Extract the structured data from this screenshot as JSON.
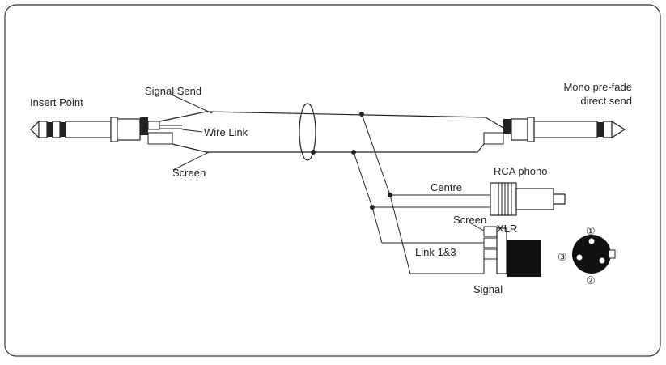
{
  "labels": {
    "insert_point": "Insert Point",
    "signal_send": "Signal Send",
    "wire_link": "Wire Link",
    "screen_left": "Screen",
    "mono_line1": "Mono pre-fade",
    "mono_line2": "direct send",
    "centre": "Centre",
    "rca_phono": "RCA phono",
    "screen_xlr": "Screen",
    "xlr": "XLR",
    "link": "Link 1&3",
    "signal": "Signal",
    "pin1": "①",
    "pin2": "②",
    "pin3": "③"
  }
}
